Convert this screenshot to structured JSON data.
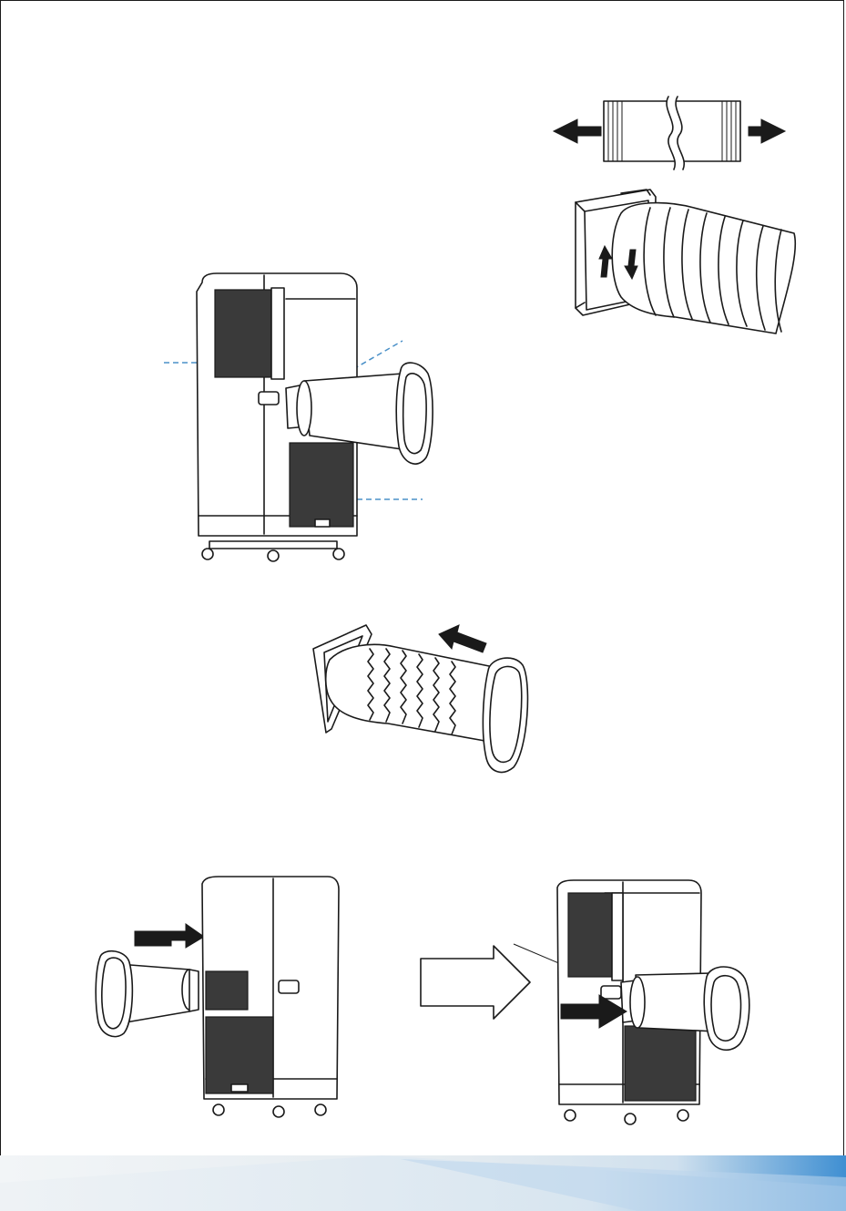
{
  "page": {
    "background": "#ffffff",
    "line_color": "#1a1a1a",
    "grill_color": "#3a3a3a",
    "callout_color": "#4a90c8",
    "footer_colors": [
      "#e9eef2",
      "#cfe0ee",
      "#3f8fd2"
    ]
  },
  "figures": [
    {
      "id": "hose-extend",
      "icon": "expandable-hose-icon"
    },
    {
      "id": "hose-twist-adapter",
      "icon": "hose-adapter-rotate-icon"
    },
    {
      "id": "unit-with-exhaust-hose",
      "icon": "portable-ac-unit-icon"
    },
    {
      "id": "window-adapter-hose",
      "icon": "window-slider-adapter-icon"
    },
    {
      "id": "insert-hose-rear",
      "icon": "hose-insertion-icon"
    },
    {
      "id": "hose-installed",
      "icon": "hose-installed-icon"
    }
  ]
}
